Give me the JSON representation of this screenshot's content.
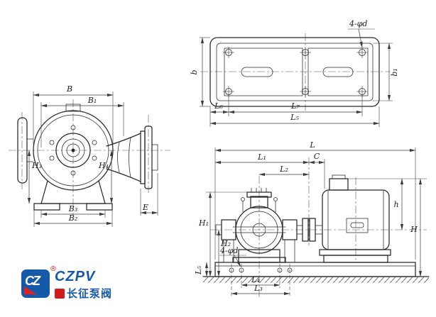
{
  "drawing": {
    "plan_view": {
      "hole_callout": "4-φd",
      "dims": {
        "b": "b",
        "b1": "b₁",
        "L5": "L₅",
        "L6": "L₆",
        "L7": "L₇"
      }
    },
    "end_view": {
      "dims": {
        "B": "B",
        "B1": "B₁",
        "B2": "B₂",
        "B3": "B₃",
        "H3": "H₃",
        "H4": "H₄",
        "E": "E"
      }
    },
    "elevation_view": {
      "hole_callout": "4-φd",
      "dims": {
        "L": "L",
        "L1": "L₁",
        "L2": "L₂",
        "L3": "L₃",
        "L4": "L₄",
        "L5": "L₅",
        "C": "C",
        "H": "H",
        "H1": "H₁",
        "H2": "H₂",
        "h": "h"
      }
    }
  },
  "logo": {
    "monogram": "CZ",
    "registered": "®",
    "brand": "CZPV",
    "company_cn": "长征泵阀",
    "colors": {
      "blue": "#1659a8",
      "red": "#d21c1c"
    }
  }
}
